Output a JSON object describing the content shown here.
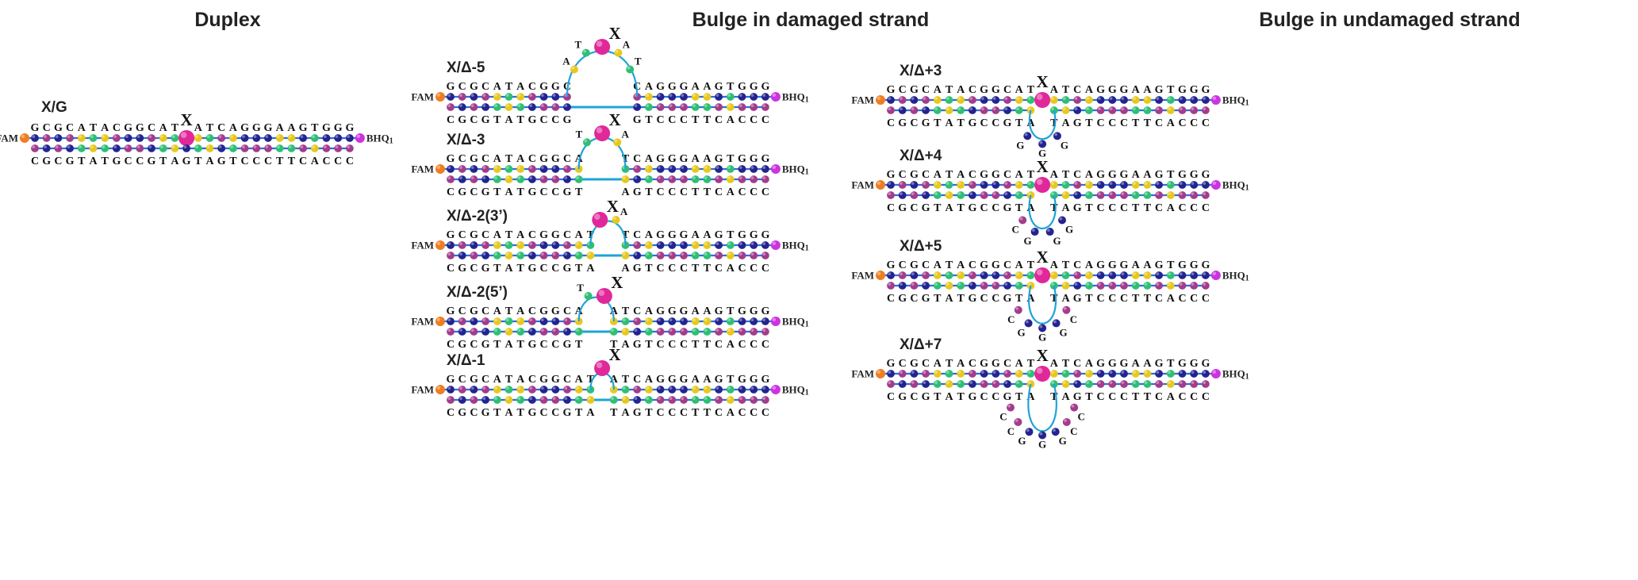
{
  "columns": [
    {
      "title": "Duplex"
    },
    {
      "title": "Bulge in damaged strand"
    },
    {
      "title": "Bulge in undamaged strand"
    }
  ],
  "labels": {
    "lesion": "X",
    "fam": "FAM",
    "bhq_main": "BHQ",
    "bhq_sub": "1"
  },
  "colors": {
    "A": "#e8c81e",
    "T": "#2fbf74",
    "G": "#23248f",
    "C": "#a33c8c",
    "X": "#e0289a",
    "linker": "#1fa3d9",
    "fam": "#ef7d22",
    "bhq": "#cc33e0",
    "backbone": "#2b6fd9"
  },
  "panels": [
    {
      "id": "xg",
      "label": "X/G",
      "top_seq": "GCGCATACGGCATXATCAGGGAAGTGGG",
      "bottom_seq": "CGCGTATGCCGTAGTAGTCCCTTCACCC",
      "bulge": "none",
      "bulge_bases": ""
    },
    {
      "id": "d5",
      "label": "X/Δ-5",
      "top_seq": "GCGCATACGGCATXATCAGGGAAGTGGG",
      "bottom_seq": "CGCGTATGCCG-----GTCCCTTCACCC",
      "bulge": "top",
      "bulge_bases": "ATXAT"
    },
    {
      "id": "d3",
      "label": "X/Δ-3",
      "top_seq": "GCGCATACGGCATXATCAGGGAAGTGGG",
      "bottom_seq": "CGCGTATGCCGT---AGTCCCTTCACCC",
      "bulge": "top",
      "bulge_bases": "TXA"
    },
    {
      "id": "d23",
      "label": "X/Δ-2(3’)",
      "top_seq": "GCGCATACGGCATXATCAGGGAAGTGGG",
      "bottom_seq": "CGCGTATGCCGTA--AGTCCCTTCACCC",
      "bulge": "top",
      "bulge_bases": "XA"
    },
    {
      "id": "d25",
      "label": "X/Δ-2(5’)",
      "top_seq": "GCGCATACGGCATXATCAGGGAAGTGGG",
      "bottom_seq": "CGCGTATGCCGT--TAGTCCCTTCACCC",
      "bulge": "top",
      "bulge_bases": "TX"
    },
    {
      "id": "d1",
      "label": "X/Δ-1",
      "top_seq": "GCGCATACGGCATXATCAGGGAAGTGGG",
      "bottom_seq": "CGCGTATGCCGTA-TAGTCCCTTCACCC",
      "bulge": "top",
      "bulge_bases": "X"
    },
    {
      "id": "p3",
      "label": "X/Δ+3",
      "top_seq": "GCGCATACGGCATXATCAGGGAAGTGGG",
      "bottom_seq": "CGCGTATGCCGTA-TAGTCCCTTCACCC",
      "bulge": "bottom",
      "bulge_bases": "GGG"
    },
    {
      "id": "p4",
      "label": "X/Δ+4",
      "top_seq": "GCGCATACGGCATXATCAGGGAAGTGGG",
      "bottom_seq": "CGCGTATGCCGTA-TAGTCCCTTCACCC",
      "bulge": "bottom",
      "bulge_bases": "CGGG"
    },
    {
      "id": "p5",
      "label": "X/Δ+5",
      "top_seq": "GCGCATACGGCATXATCAGGGAAGTGGG",
      "bottom_seq": "CGCGTATGCCGTA-TAGTCCCTTCACCC",
      "bulge": "bottom",
      "bulge_bases": "CGGGC"
    },
    {
      "id": "p7",
      "label": "X/Δ+7",
      "top_seq": "GCGCATACGGCATXATCAGGGAAGTGGG",
      "bottom_seq": "CGCGTATGCCGTA-TAGTCCCTTCACCC",
      "bulge": "bottom",
      "bulge_bases": "CCGGGCC"
    }
  ]
}
